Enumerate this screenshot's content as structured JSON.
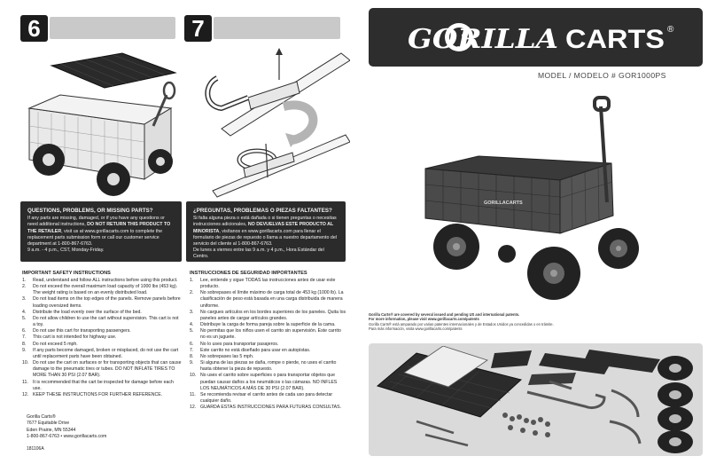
{
  "steps": [
    {
      "number": "6"
    },
    {
      "number": "7"
    }
  ],
  "questions_en": {
    "title": "QUESTIONS, PROBLEMS, OR MISSING PARTS?",
    "body_1": "If any parts are missing, damaged, or if you have any questions or need additional instructions, ",
    "body_bold": "DO NOT RETURN THIS PRODUCT TO THE RETAILER",
    "body_2": ", visit us at www.gorillacarts.com to complete the replacement parts submission form or call our customer service department at 1-800-867-6763.",
    "hours": "9 a.m. - 4 p.m., CST, Monday-Friday."
  },
  "questions_es": {
    "title": "¿PREGUNTAS, PROBLEMAS O PIEZAS FALTANTES?",
    "body_1": "Si falta alguna pieza o está dañada o si tienen preguntas o necesitas instrucciones adicionales, ",
    "body_bold": "NO DEVUELVAS ESTE PRODUCTO AL MINORISTA",
    "body_2": ", visítanos en www.gorillacarts.com para llenar el formulario de piezas de repuesto o llama a nuestro departamento del servicio del cliente al 1-800-867-6763.",
    "hours": "De lunes a viernes entre las 9 a.m. y 4 p.m., Hora Estándar del Centro."
  },
  "safety_en": {
    "title": "IMPORTANT SAFETY INSTRUCTIONS",
    "items": [
      {
        "n": "1.",
        "text": "Read, understand and follow ALL instructions before using this product."
      },
      {
        "n": "2.",
        "text": "Do not exceed the overall maximum load capacity of 1000 lbs (453 kg). The weight rating is based on an evenly distributed load."
      },
      {
        "n": "3.",
        "text": "Do not load items on the top edges of the panels. Remove panels before loading oversized items."
      },
      {
        "n": "4.",
        "text": "Distribute the load evenly over the surface of the bed."
      },
      {
        "n": "5.",
        "text": "Do not allow children to use the cart without supervision. This cart is not a toy."
      },
      {
        "n": "6.",
        "text": "Do not use this cart for transporting passengers."
      },
      {
        "n": "7.",
        "text": "This cart is not intended for highway use."
      },
      {
        "n": "8.",
        "text": "Do not exceed 5 mph."
      },
      {
        "n": "9.",
        "text": "If any parts become damaged, broken or misplaced, do not use the cart until replacement parts have been obtained."
      },
      {
        "n": "10.",
        "text": "Do not use the cart on surfaces or for transporting objects that can cause damage to the pneumatic tires or tubes. DO NOT INFLATE TIRES TO MORE THAN 30 PSI (2.07 BAR)."
      },
      {
        "n": "11.",
        "text": "It is recommended that the cart be inspected for damage before each use."
      },
      {
        "n": "12.",
        "text": "KEEP THESE INSTRUCTIONS FOR FURTHER REFERENCE."
      }
    ]
  },
  "safety_es": {
    "title": "INSTRUCCIONES DE SEGURIDAD IMPORTANTES",
    "items": [
      {
        "n": "1.",
        "text": "Lee, entiende y sigue TODAS las instrucciones antes de usar este producto."
      },
      {
        "n": "2.",
        "text": "No sobrepases el límite máximo de carga total de 453 kg (1000 lb). La clasificación de peso está basada en una carga distribuida de manera uniforme."
      },
      {
        "n": "3.",
        "text": "No cargues artículos en los bordes superiores de los paneles. Quita los paneles antes de cargar artículos grandes."
      },
      {
        "n": "4.",
        "text": "Distribuye la carga de forma pareja sobre la superficie de la cama."
      },
      {
        "n": "5.",
        "text": "No permitas que los niños usen el carrito sin supervisión. Este carrito no es un juguete."
      },
      {
        "n": "6.",
        "text": "No lo uses para transportar pasajeros."
      },
      {
        "n": "7.",
        "text": "Este carrito no está diseñado para usar en autopistas."
      },
      {
        "n": "8.",
        "text": "No sobrepases las 5 mph."
      },
      {
        "n": "9.",
        "text": "Si alguna de las piezas se daña, rompe o pierde, no uses el carrito hasta obtener la pieza de repuesto."
      },
      {
        "n": "10.",
        "text": "No uses el carrito sobre superficies o para transportar objetos que puedan causar daños a los neumáticos o las cámaras. NO INFLES LOS NEUMÁTICOS A MÁS DE 30 PSI (2.07 BAR)."
      },
      {
        "n": "11.",
        "text": "Se recomienda revisar el carrito antes de cada uso para detectar cualquier daño."
      },
      {
        "n": "12.",
        "text": "GUARDA ESTAS INSTRUCCIONES PARA FUTURAS CONSULTAS."
      }
    ]
  },
  "address": {
    "company": "Gorilla Carts®",
    "street": "7677 Equitable Drive",
    "city": "Eden Prairie, MN 55344",
    "contact": "1-800-867-6763 • www.gorillacarts.com"
  },
  "doc_code": "181106A",
  "brand": {
    "logo_word_1": "GORILLA",
    "logo_word_2": "CARTS",
    "registered": "®",
    "model": "MODEL / MODELO # GOR1000PS",
    "cart_label": "GORILLACARTS"
  },
  "patent": {
    "line_1_bold": "Gorilla Carts®",
    "line_1": " are covered by several issued and pending US and international patents.",
    "line_2": "For more information, please visit www.gorillacarts.com/patents",
    "line_3": "Gorilla Carts® está amparado por varias patentes internacionales y de Estados Unidos ya concedidas o en trámite.",
    "line_4": "Para más información, visita www.gorillacarts.com/patents"
  },
  "colors": {
    "dark_panel": "#2b2b2b",
    "step_box": "#1c1c1c",
    "step_bar": "#c9c9c9",
    "parts_panel": "#dadada"
  }
}
